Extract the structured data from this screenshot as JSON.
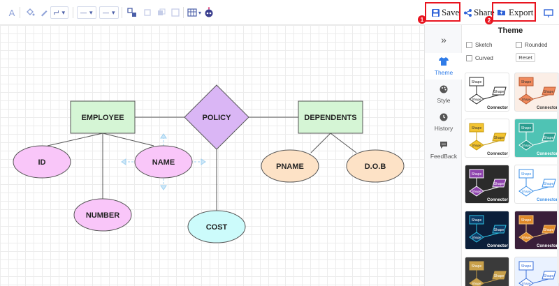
{
  "toolbar": {
    "save_label": "Save",
    "share_label": "Share",
    "export_label": "Export",
    "save_step": "1",
    "export_step": "2",
    "line_dash": "—",
    "line_style": "—"
  },
  "diagram": {
    "entities": [
      "EMPLOYEE",
      "DEPENDENTS"
    ],
    "relationship": "POLICY",
    "attributes": [
      "ID",
      "NAME",
      "NUMBER",
      "COST",
      "PNAME",
      "D.O.B"
    ]
  },
  "side_strip": {
    "items": [
      {
        "label": "Theme",
        "icon": "shirt-icon"
      },
      {
        "label": "Style",
        "icon": "palette-icon"
      },
      {
        "label": "History",
        "icon": "clock-icon"
      },
      {
        "label": "FeedBack",
        "icon": "feedback-icon"
      }
    ]
  },
  "theme_panel": {
    "title": "Theme",
    "options": {
      "sketch": "Sketch",
      "rounded": "Rounded",
      "curved": "Curved",
      "reset": "Reset"
    },
    "thumb_text": {
      "shape": "Shape",
      "connector": "Connector"
    },
    "themes": [
      {
        "bg": "#ffffff",
        "fill": "#ffffff",
        "stroke": "#222222",
        "text": "#222222"
      },
      {
        "bg": "#fbeee6",
        "fill": "#f08a5d",
        "stroke": "#b85a33",
        "text": "#333333"
      },
      {
        "bg": "#ffffff",
        "fill": "#f4c430",
        "stroke": "#c49a10",
        "text": "#333333"
      },
      {
        "bg": "#4fc3b4",
        "fill": "#2a9d8f",
        "stroke": "#ffffff",
        "text": "#ffffff"
      },
      {
        "bg": "#2b2b2b",
        "fill": "#8e44ad",
        "stroke": "#ffffff",
        "text": "#ffffff"
      },
      {
        "bg": "#ffffff",
        "fill": "#ffffff",
        "stroke": "#3a8ee6",
        "text": "#3a8ee6"
      },
      {
        "bg": "#0b1f3a",
        "fill": "#0e3b66",
        "stroke": "#2ec4e6",
        "text": "#ffffff"
      },
      {
        "bg": "#3a1f3a",
        "fill": "#e08a2a",
        "stroke": "#f2c27a",
        "text": "#ffffff"
      },
      {
        "bg": "#3a3a3a",
        "fill": "#c8a04a",
        "stroke": "#c8a04a",
        "text": "#ffffff"
      },
      {
        "bg": "#eaf2ff",
        "fill": "#ffffff",
        "stroke": "#3a6fd8",
        "text": "#3a6fd8"
      }
    ]
  },
  "colors": {
    "entity_fill": "#d5f5d5",
    "relationship_fill": "#dab6f5",
    "attr_pink": "#f9c6f9",
    "attr_cyan": "#ccfbfb",
    "attr_peach": "#fde2c6",
    "highlight": "#e8141f",
    "accent": "#2f7ce8"
  }
}
